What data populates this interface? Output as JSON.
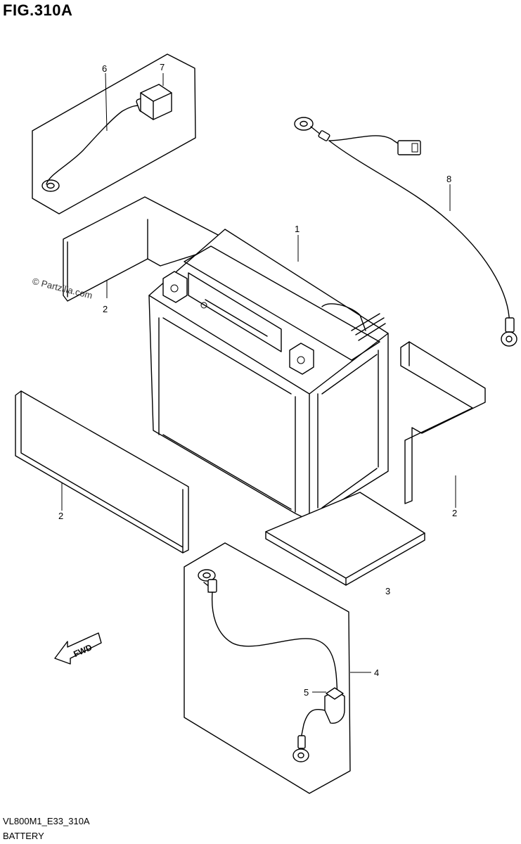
{
  "header": {
    "figure_title": "FIG.310A"
  },
  "footer": {
    "code": "VL800M1_E33_310A",
    "name": "BATTERY"
  },
  "watermark": {
    "text": "© Partzilla.com"
  },
  "fwd_label": "FWD",
  "callouts": {
    "c1": "1",
    "c2_left_upper": "2",
    "c2_left_lower": "2",
    "c2_right": "2",
    "c3": "3",
    "c4": "4",
    "c5": "5",
    "c6": "6",
    "c7": "7",
    "c8": "8"
  }
}
